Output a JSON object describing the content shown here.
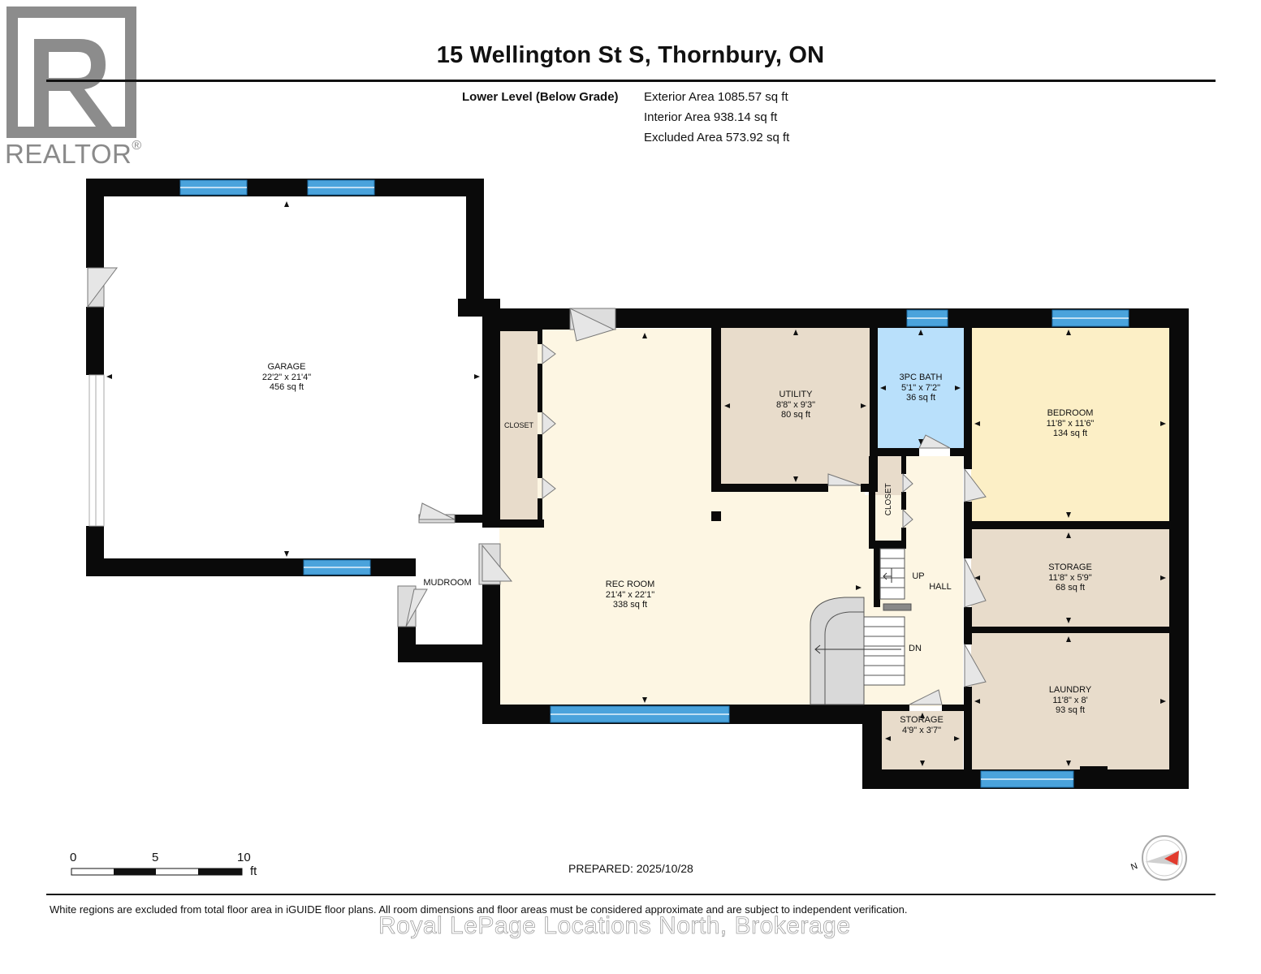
{
  "header": {
    "address": "15 Wellington St S, Thornbury, ON",
    "level_label": "Lower Level (Below Grade)",
    "exterior_area": "Exterior Area 1085.57 sq ft",
    "interior_area": "Interior Area 938.14 sq ft",
    "excluded_area": "Excluded Area 573.92 sq ft"
  },
  "logo": {
    "text": "REALTOR",
    "mark": "®"
  },
  "rooms": {
    "garage": {
      "name": "GARAGE",
      "dims": "22'2\" x 21'4\"",
      "area": "456 sq ft"
    },
    "rec_room": {
      "name": "REC ROOM",
      "dims": "21'4\" x 22'1\"",
      "area": "338 sq ft"
    },
    "utility": {
      "name": "UTILITY",
      "dims": "8'8\" x 9'3\"",
      "area": "80 sq ft"
    },
    "bath": {
      "name": "3PC BATH",
      "dims": "5'1\" x 7'2\"",
      "area": "36 sq ft"
    },
    "bedroom": {
      "name": "BEDROOM",
      "dims": "11'8\" x 11'6\"",
      "area": "134 sq ft"
    },
    "storage_mid": {
      "name": "STORAGE",
      "dims": "11'8\" x 5'9\"",
      "area": "68 sq ft"
    },
    "laundry": {
      "name": "LAUNDRY",
      "dims": "11'8\" x 8'",
      "area": "93 sq ft"
    },
    "storage_small": {
      "name": "STORAGE",
      "dims": "4'9\" x 3'7\""
    },
    "closet_left": {
      "name": "CLOSET"
    },
    "closet_hall": {
      "name": "CLOSET"
    },
    "mudroom": {
      "name": "MUDROOM"
    },
    "hall": {
      "name": "HALL"
    },
    "stairs_up": {
      "name": "UP"
    },
    "stairs_down": {
      "name": "DN"
    }
  },
  "scale_bar": {
    "labels": [
      "0",
      "5",
      "10"
    ],
    "unit": "ft"
  },
  "prepared": "PREPARED: 2025/10/28",
  "compass": {
    "label": "N"
  },
  "footer": {
    "disclaimer": "White regions are excluded from total floor area in iGUIDE floor plans. All room dimensions and floor areas must be considered approximate and are subject to independent verification.",
    "watermark": "Royal LePage Locations North, Brokerage"
  },
  "colors": {
    "wall": "#0a0a0a",
    "window": "#4aa3dc",
    "rec_room": "#fdf6e3",
    "utility": "#e8dccb",
    "bath": "#b9e0fb",
    "bedroom": "#fcefc6",
    "storage": "#e8dccb",
    "laundry": "#e8dccb",
    "closet": "#e8dccb",
    "hall": "#fdf6e3",
    "excluded": "#ffffff"
  }
}
